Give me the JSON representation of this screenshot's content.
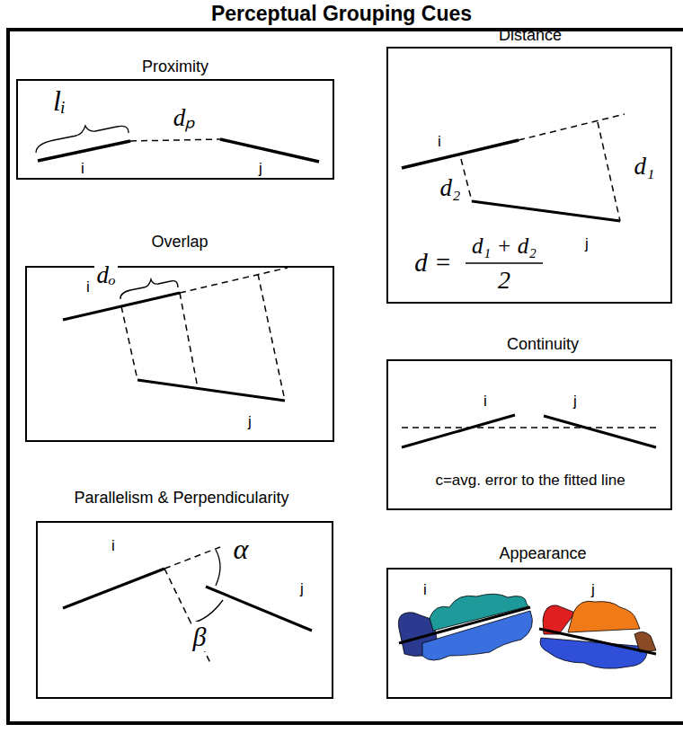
{
  "diagram": {
    "title": "Perceptual Grouping Cues",
    "nodes": [
      {
        "text": [
          "Proximity",
          "lᵢ",
          "dₚ",
          "i",
          "j"
        ]
      },
      {
        "text": [
          "Distance",
          "i",
          "d₂",
          "d₁",
          "j",
          "d =",
          "d₁ + d₂",
          "2"
        ]
      },
      {
        "text": [
          "Overlap",
          "dₒ",
          "i",
          "j"
        ]
      },
      {
        "text": [
          "Continuity",
          "i",
          "j",
          "c=avg. error to the fitted line"
        ]
      },
      {
        "text": [
          "Parallelism & Perpendicularity",
          "i",
          "α",
          "β",
          "j"
        ]
      },
      {
        "text": [
          "Appearance",
          "i",
          "j"
        ]
      }
    ]
  }
}
